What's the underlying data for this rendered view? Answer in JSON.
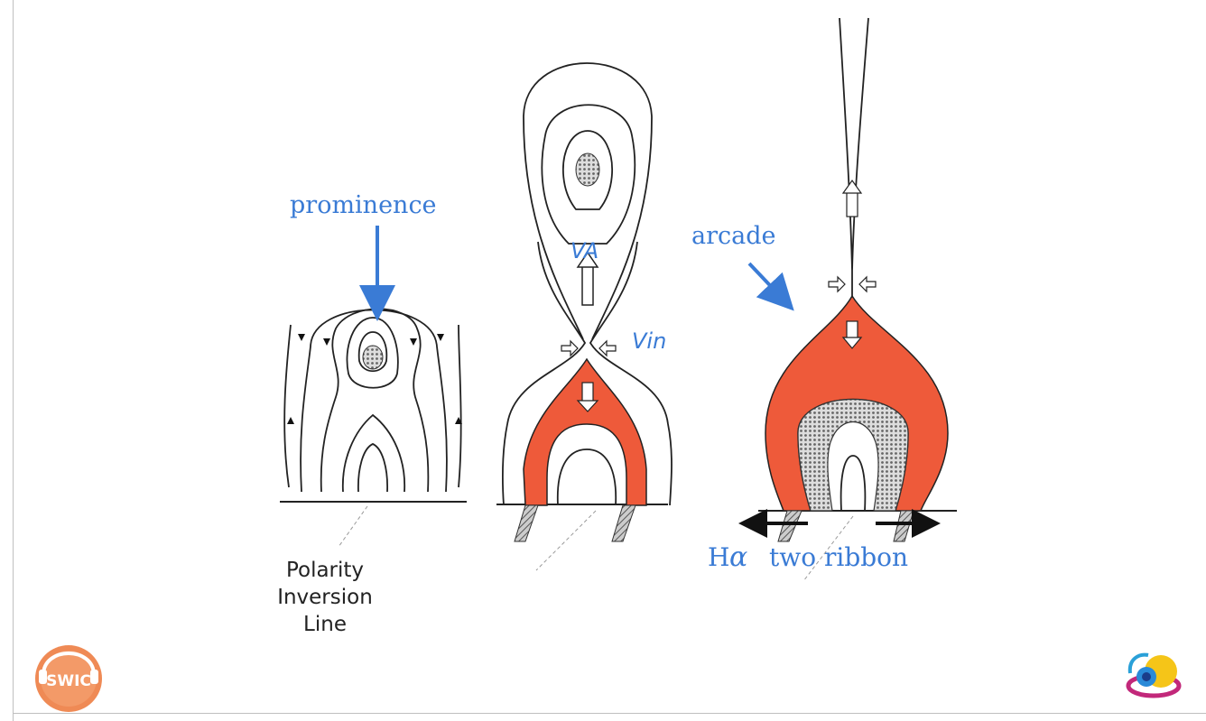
{
  "diagram": {
    "labels": {
      "prominence": "prominence",
      "va": "VA",
      "vin": "Vin",
      "arcade": "arcade",
      "ha_ribbon_h": "H",
      "ha_ribbon_alpha": "α",
      "ha_ribbon_text": "two ribbon"
    },
    "pil_label": {
      "line1": "Polarity",
      "line2": "Inversion",
      "line3": "Line"
    },
    "colors": {
      "accent_blue": "#3a7bd5",
      "flare_red": "#ee5a3a",
      "line": "#222222"
    }
  },
  "logos": {
    "left": {
      "text": "SWIC",
      "icon": "swic-headset-logo"
    },
    "right": {
      "icon": "planet-orbit-logo"
    }
  }
}
